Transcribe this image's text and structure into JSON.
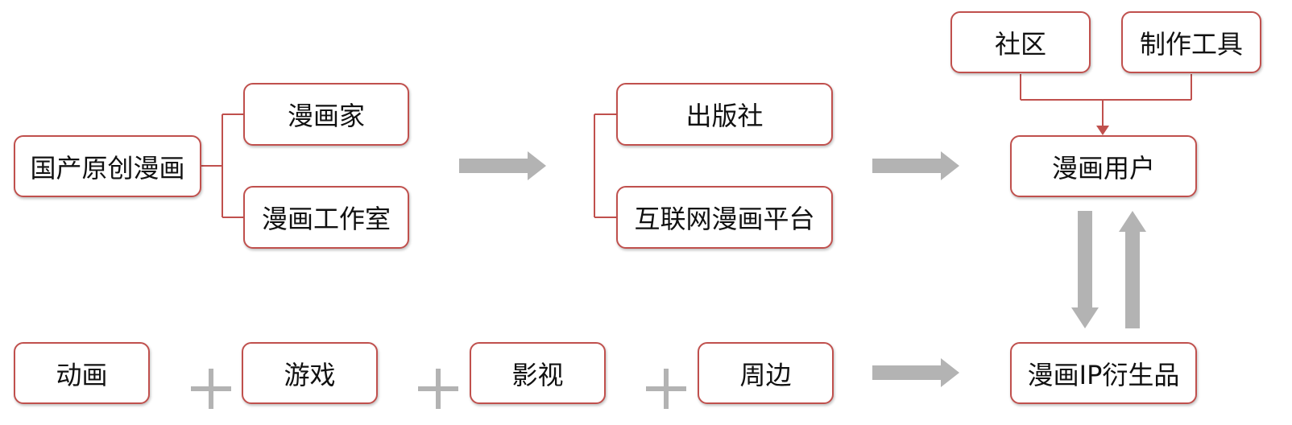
{
  "nodes": {
    "origin": "国产原创漫画",
    "manga_artist": "漫画家",
    "manga_studio": "漫画工作室",
    "publisher": "出版社",
    "online_platform": "互联网漫画平台",
    "community": "社区",
    "tools": "制作工具",
    "users": "漫画用户",
    "animation": "动画",
    "games": "游戏",
    "film_tv": "影视",
    "merch": "周边",
    "ip_derivatives": "漫画IP衍生品"
  },
  "colors": {
    "node_border": "#c0504d",
    "connector": "#c0504d",
    "arrow": "#b3b3b3"
  }
}
